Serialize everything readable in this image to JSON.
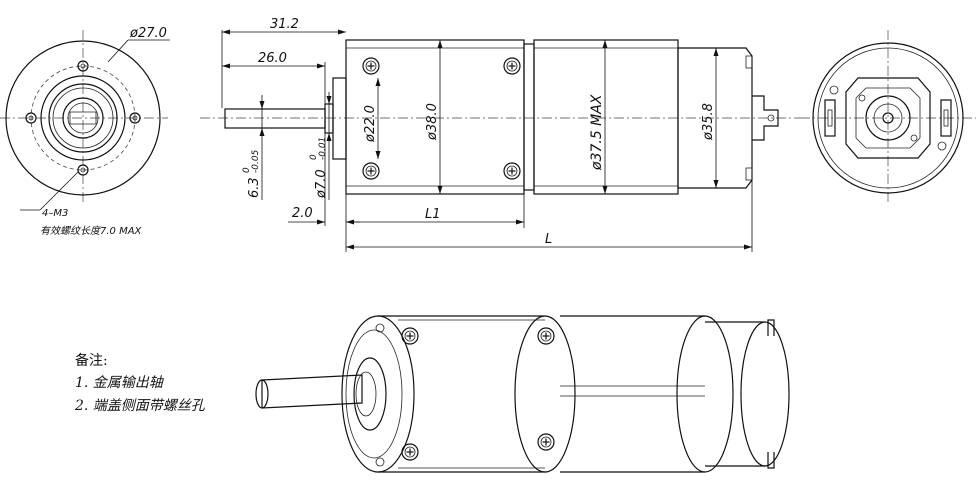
{
  "front_view": {
    "diameter_label": "ø27.0",
    "holes_label": "4–M3",
    "thread_note": "有效螺纹长度7.0 MAX"
  },
  "side_view": {
    "dim_31_2": "31.2",
    "dim_26_0": "26.0",
    "dim_2_0": "2.0",
    "dim_L1": "L1",
    "dim_L": "L",
    "shaft_dia": "6.3",
    "shaft_tol": "-0.05",
    "shaft_tol_top": "0",
    "boss_dia": "ø7.0",
    "boss_tol": "-0.01",
    "boss_tol_top": "0",
    "pilot_dia": "ø22.0",
    "gearbox_dia": "ø38.0",
    "motor_dia": "ø37.5 MAX",
    "endcap_dia": "ø35.8"
  },
  "notes": {
    "title": "备注:",
    "item1": "1. 金属输出轴",
    "item2": "2. 端盖侧面带螺丝孔"
  }
}
